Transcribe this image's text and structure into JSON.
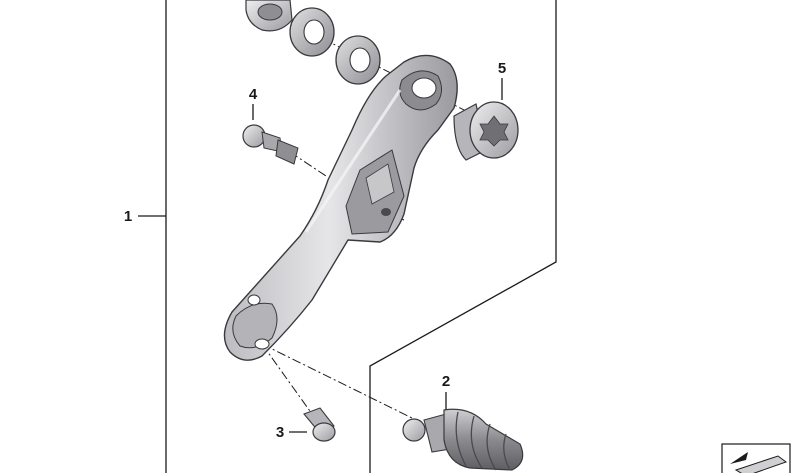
{
  "diagram": {
    "callouts": [
      {
        "id": "1",
        "label": "1"
      },
      {
        "id": "2",
        "label": "2"
      },
      {
        "id": "3",
        "label": "3"
      },
      {
        "id": "4",
        "label": "4"
      },
      {
        "id": "5",
        "label": "5"
      }
    ],
    "colors": {
      "line": "#1a1a1a",
      "metal_light": "#d9d9db",
      "metal_mid": "#a9a9ad",
      "metal_dark": "#6f6f74",
      "background": "#ffffff"
    },
    "parts": [
      {
        "name": "lever-arm-icon"
      },
      {
        "name": "spacer-washer-icon"
      },
      {
        "name": "torx-bolt-icon"
      },
      {
        "name": "ball-stud-icon"
      },
      {
        "name": "cap-screw-icon"
      },
      {
        "name": "rubber-bellows-icon"
      },
      {
        "name": "view-direction-icon"
      }
    ]
  }
}
